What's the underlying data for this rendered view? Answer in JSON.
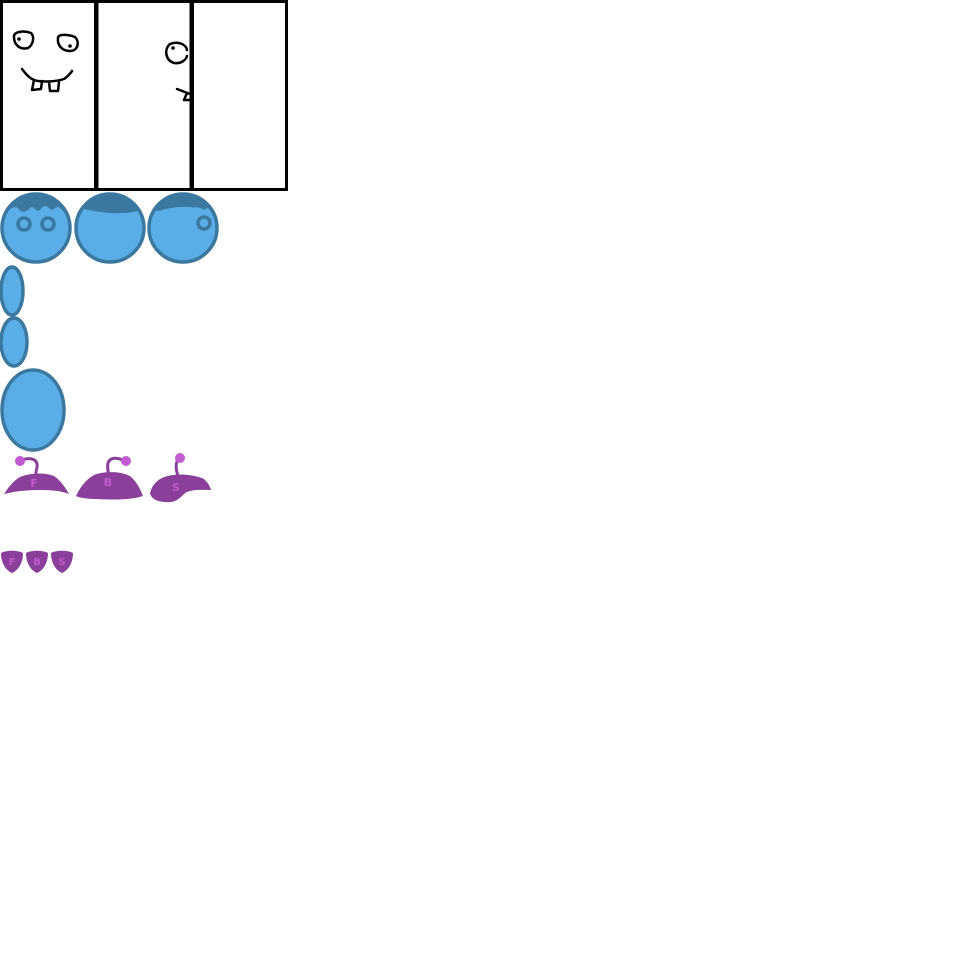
{
  "sprite_sheet": {
    "colors": {
      "background": "#ffffff",
      "panel_border": "#000000",
      "face_stroke": "#000000",
      "body_fill": "#5aade6",
      "body_stroke": "#3a789f",
      "hair_fill": "#3a789f",
      "cap_fill": "#8a3f9a",
      "cap_knob": "#c25bd1",
      "cap_letter": "#c25bd1",
      "badge_fill": "#8a3f9a",
      "badge_letter": "#c25bd1"
    },
    "face_panels": [
      {
        "view": "front",
        "icon": "face-front-icon"
      },
      {
        "view": "side",
        "icon": "face-side-icon"
      },
      {
        "view": "back",
        "icon": "face-back-icon"
      }
    ],
    "heads": [
      {
        "view": "front",
        "icon": "head-front-icon"
      },
      {
        "view": "back",
        "icon": "head-back-icon"
      },
      {
        "view": "side",
        "icon": "head-side-icon"
      }
    ],
    "body_parts": [
      {
        "part": "limb-small",
        "icon": "limb-small-icon"
      },
      {
        "part": "limb-medium",
        "icon": "limb-medium-icon"
      },
      {
        "part": "torso",
        "icon": "torso-icon"
      }
    ],
    "caps": [
      {
        "view": "front",
        "letter": "F"
      },
      {
        "view": "back",
        "letter": "B"
      },
      {
        "view": "side",
        "letter": "S"
      }
    ],
    "badges": [
      {
        "view": "front",
        "letter": "F"
      },
      {
        "view": "back",
        "letter": "B"
      },
      {
        "view": "side",
        "letter": "S"
      }
    ]
  }
}
